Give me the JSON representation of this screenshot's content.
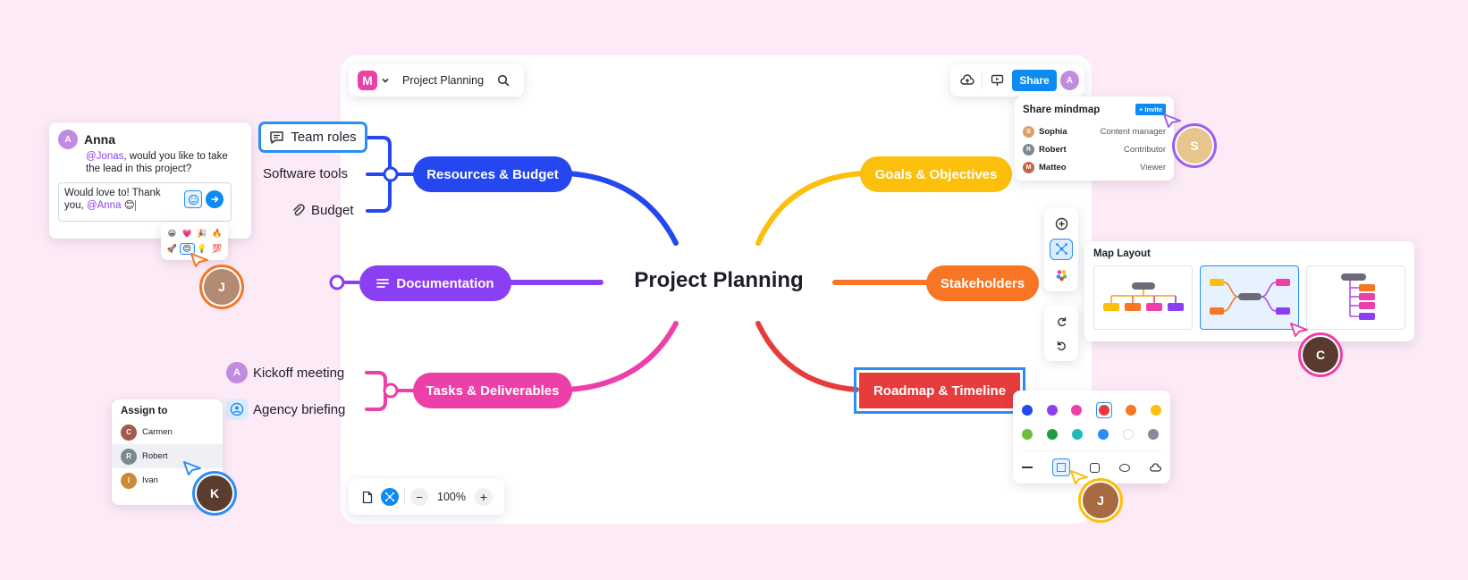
{
  "toolbar": {
    "logo_letter": "M",
    "doc_title": "Project Planning",
    "share_label": "Share"
  },
  "mindmap": {
    "center": "Project Planning",
    "left_nodes": {
      "resources": "Resources & Budget",
      "documentation": "Documentation",
      "tasks": "Tasks & Deliverables"
    },
    "right_nodes": {
      "goals": "Goals & Objectives",
      "stakeholders": "Stakeholders",
      "roadmap": "Roadmap & Timeline"
    },
    "resource_leaves": [
      "Team roles",
      "Software tools",
      "Budget"
    ],
    "task_leaves": [
      "Kickoff meeting",
      "Agency briefing"
    ],
    "colors": {
      "resources": "#2447f0",
      "documentation": "#8b3ff2",
      "tasks": "#ec3fa8",
      "goals": "#fbbf0c",
      "stakeholders": "#f77523",
      "roadmap": "#e63c3c",
      "selection": "#2b8ef8"
    }
  },
  "comment": {
    "author": "Anna",
    "mention": "@Jonas",
    "message": ", would you like to take the lead in this project?",
    "reply_text": "Would love to! Thank you, ",
    "reply_mention": "@Anna",
    "reply_emoji": "😊",
    "emojis": [
      "😀",
      "💗",
      "🎉",
      "🔥",
      "🚀",
      "😊",
      "💡",
      "💯"
    ]
  },
  "assign": {
    "title": "Assign to",
    "people": [
      "Carmen",
      "Robert",
      "Ivan"
    ]
  },
  "share_panel": {
    "title": "Share mindmap",
    "invite_label": "Invite",
    "members": [
      {
        "name": "Sophia",
        "role": "Content manager"
      },
      {
        "name": "Robert",
        "role": "Contributor"
      },
      {
        "name": "Matteo",
        "role": "Viewer"
      }
    ]
  },
  "map_layout": {
    "title": "Map Layout"
  },
  "zoom": {
    "level": "100%",
    "minus": "−",
    "plus": "+"
  },
  "palette": {
    "row1": [
      "#2447f0",
      "#8b3ff2",
      "#ec3fa8",
      "#e63c3c",
      "#f77523",
      "#fbbf0c"
    ],
    "row2": [
      "#6cbf3b",
      "#1e9e44",
      "#1bbcbc",
      "#2b8ef8",
      "#ffffff",
      "#8a8a99"
    ]
  },
  "icons": {
    "search": "search-icon",
    "cloud": "cloud-upload-icon",
    "present": "present-icon",
    "add": "plus-circle-icon",
    "mindmap": "mindmap-icon",
    "color": "color-palette-icon",
    "redo": "redo-icon",
    "undo": "undo-icon"
  }
}
